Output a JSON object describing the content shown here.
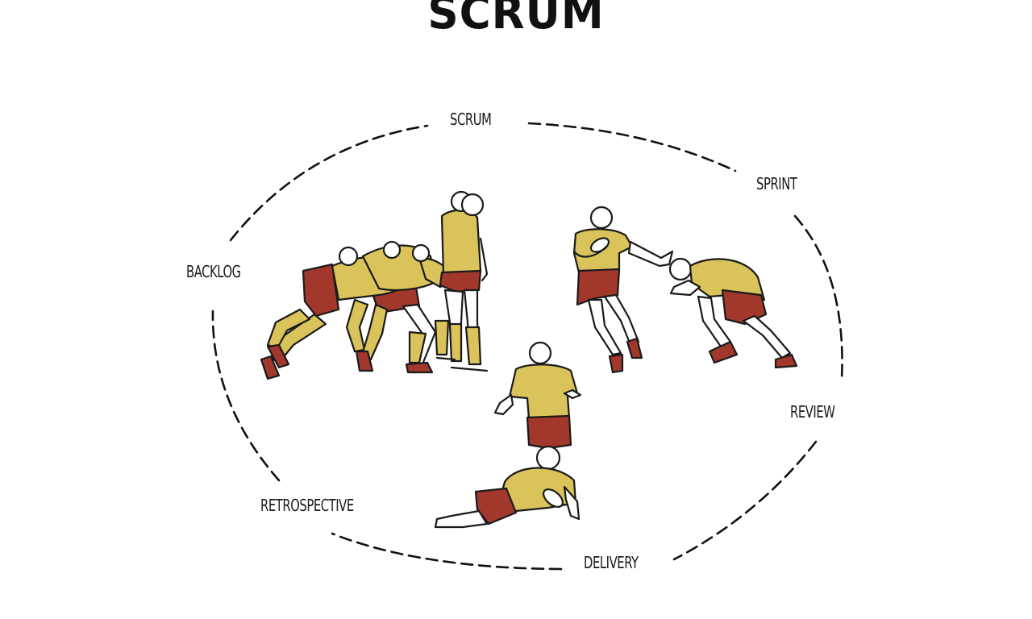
{
  "title": "SCRUM",
  "cycle": {
    "labels": {
      "scrum": "SCRUM",
      "sprint": "SPRINT",
      "review": "REVIEW",
      "delivery": "DELIVERY",
      "retrospective": "RETROSPECTIVE",
      "backlog": "BACKLOG"
    }
  },
  "colors": {
    "jersey": "#d9c35a",
    "shorts": "#a2382c",
    "outline": "#1a1a1a",
    "background": "#ffffff"
  }
}
